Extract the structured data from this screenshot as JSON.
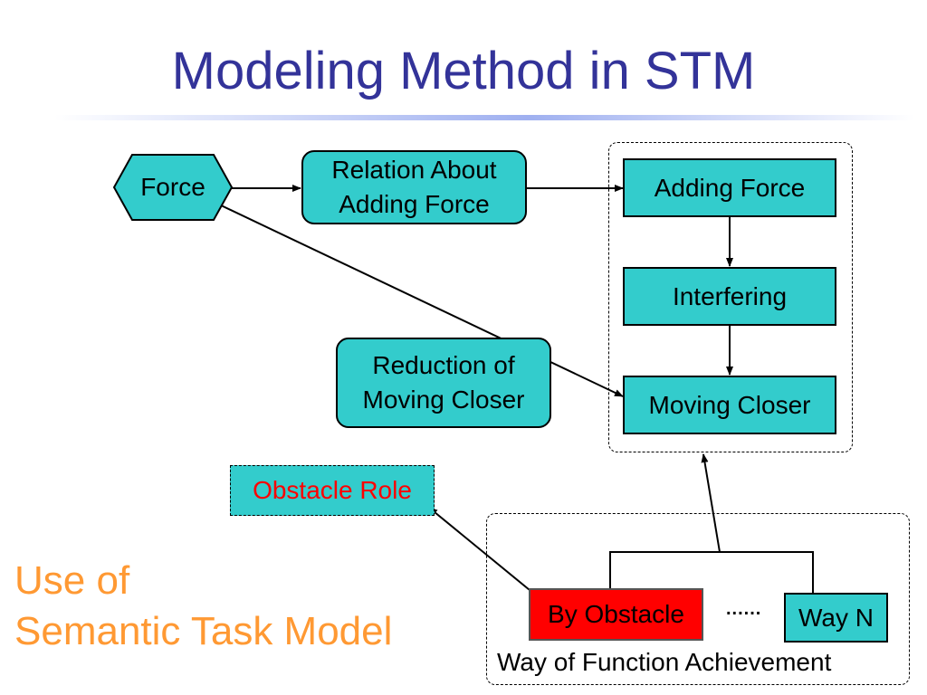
{
  "title": "Modeling Method in STM",
  "nodes": {
    "force": "Force",
    "relation_line1": "Relation About",
    "relation_line2": "Adding Force",
    "adding_force": "Adding Force",
    "interfering": "Interfering",
    "moving_closer": "Moving Closer",
    "reduction_line1": "Reduction of",
    "reduction_line2": "Moving Closer",
    "obstacle_role": "Obstacle Role",
    "by_obstacle": "By Obstacle",
    "way_n": "Way N",
    "ellipsis": "......"
  },
  "group_label": "Way of Function Achievement",
  "side_note": {
    "line1": "Use of",
    "line2": "Semantic Task Model"
  },
  "colors": {
    "title": "#333399",
    "node_fill": "#33cccc",
    "obstacle_fill": "#ff0000",
    "side_note": "#ff9933",
    "obstacle_role_text": "#ff0000"
  }
}
